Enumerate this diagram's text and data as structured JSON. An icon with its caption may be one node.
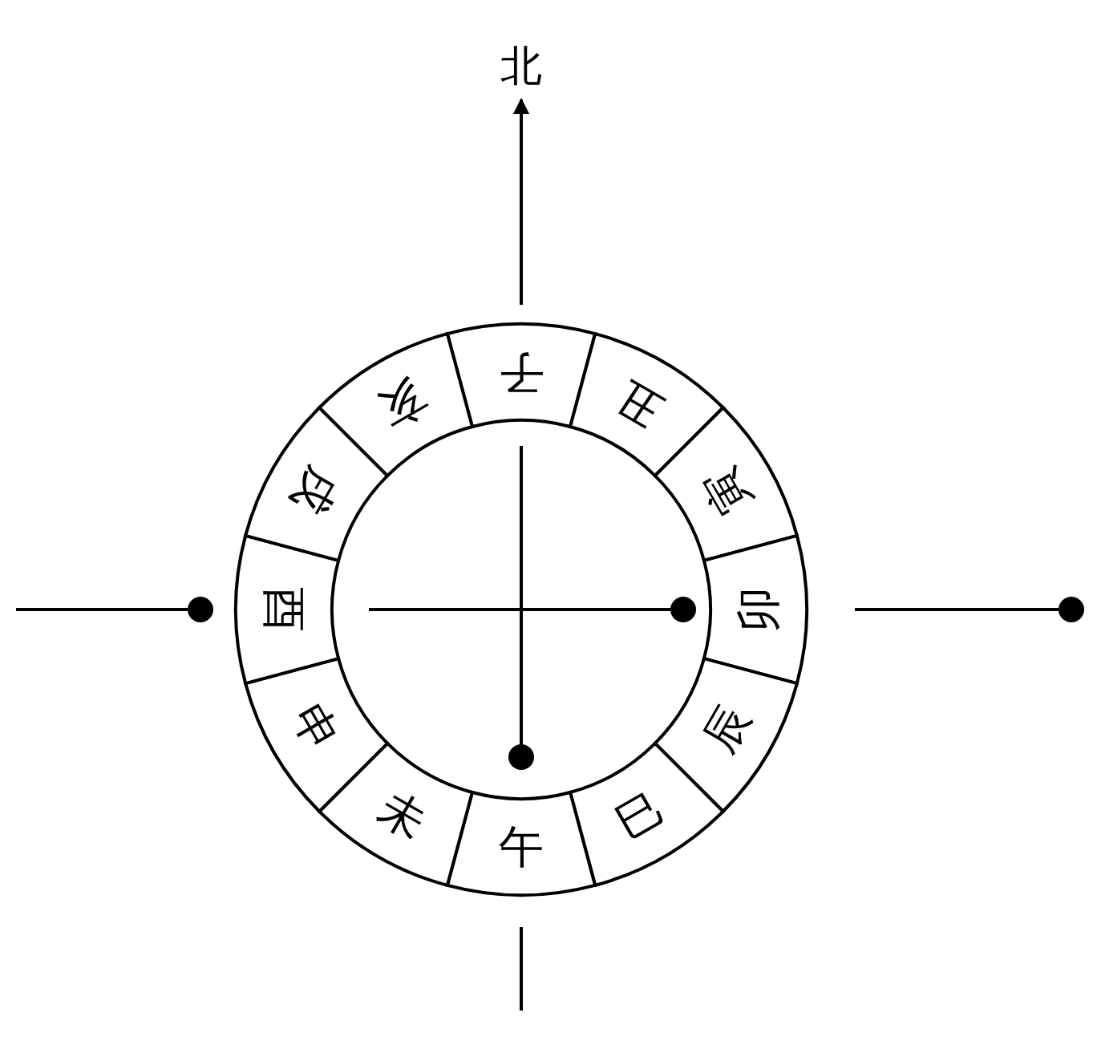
{
  "diagram": {
    "nodes": [
      {
        "text": [
          "子"
        ]
      },
      {
        "text": [
          "丑"
        ]
      },
      {
        "text": [
          "寅"
        ]
      },
      {
        "text": [
          "卯"
        ]
      },
      {
        "text": [
          "辰"
        ]
      },
      {
        "text": [
          "巳"
        ]
      },
      {
        "text": [
          "午"
        ]
      },
      {
        "text": [
          "未"
        ]
      },
      {
        "text": [
          "申"
        ]
      },
      {
        "text": [
          "酉"
        ]
      },
      {
        "text": [
          "戌"
        ]
      },
      {
        "text": [
          "亥"
        ]
      }
    ],
    "labels": [
      "北"
    ]
  }
}
